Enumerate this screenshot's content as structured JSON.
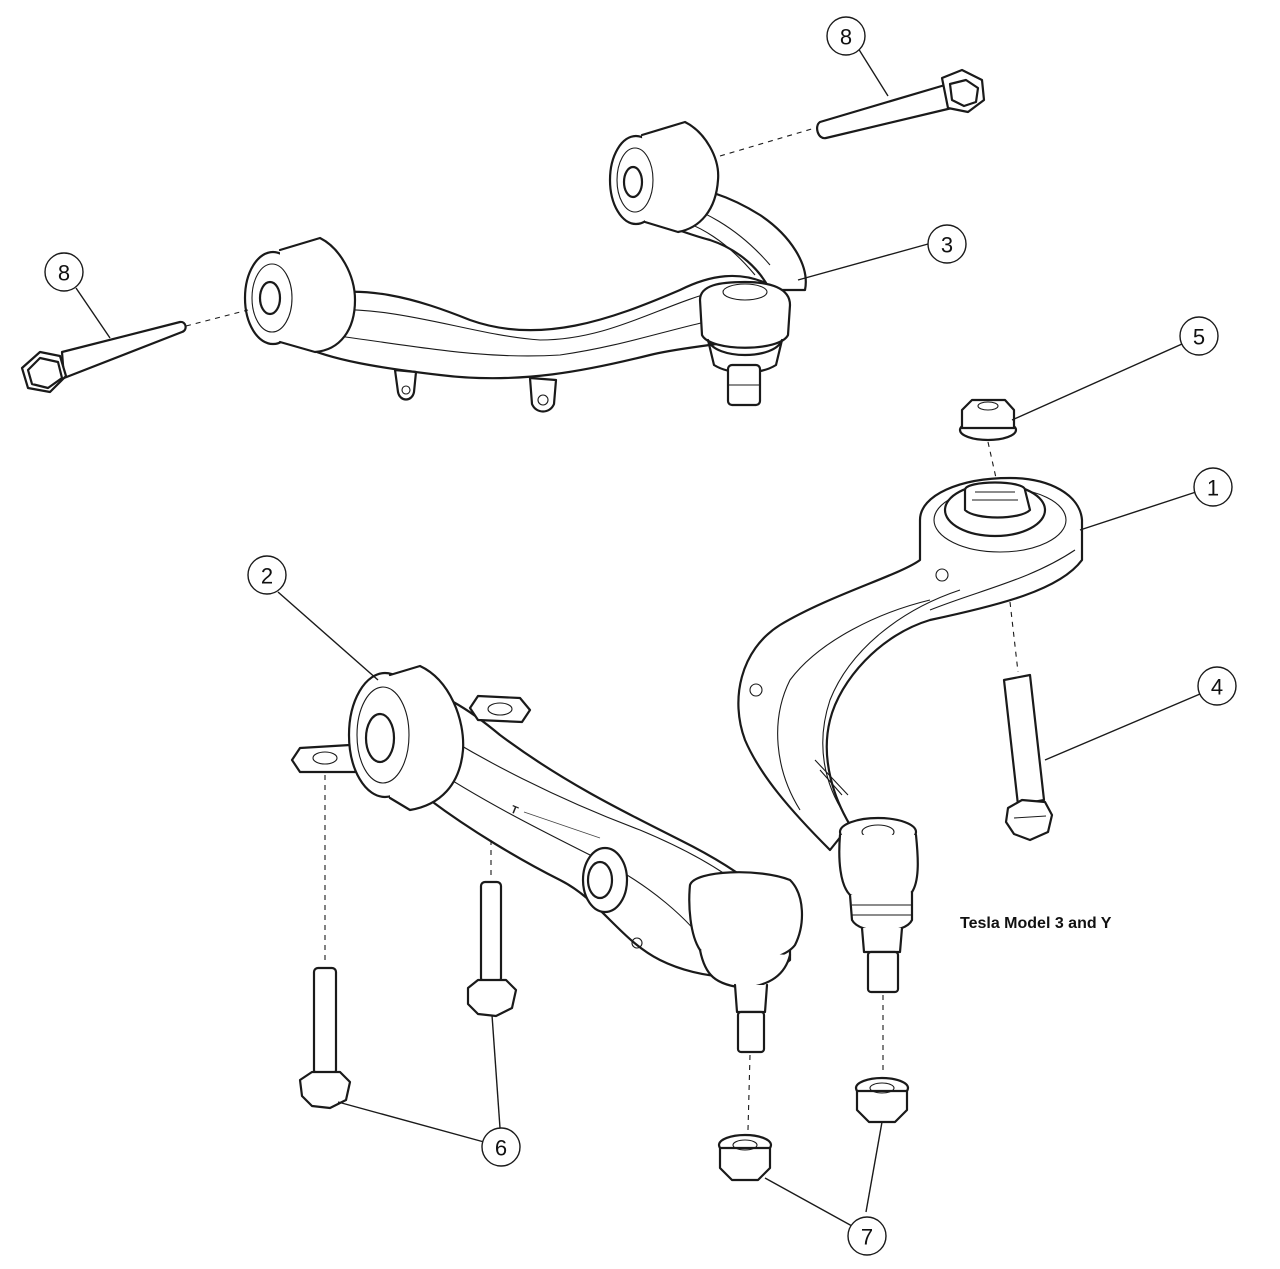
{
  "caption": "Tesla Model 3 and Y",
  "callouts": {
    "c1": "1",
    "c2": "2",
    "c3": "3",
    "c4": "4",
    "c5": "5",
    "c6": "6",
    "c7": "7",
    "c8a": "8",
    "c8b": "8"
  }
}
